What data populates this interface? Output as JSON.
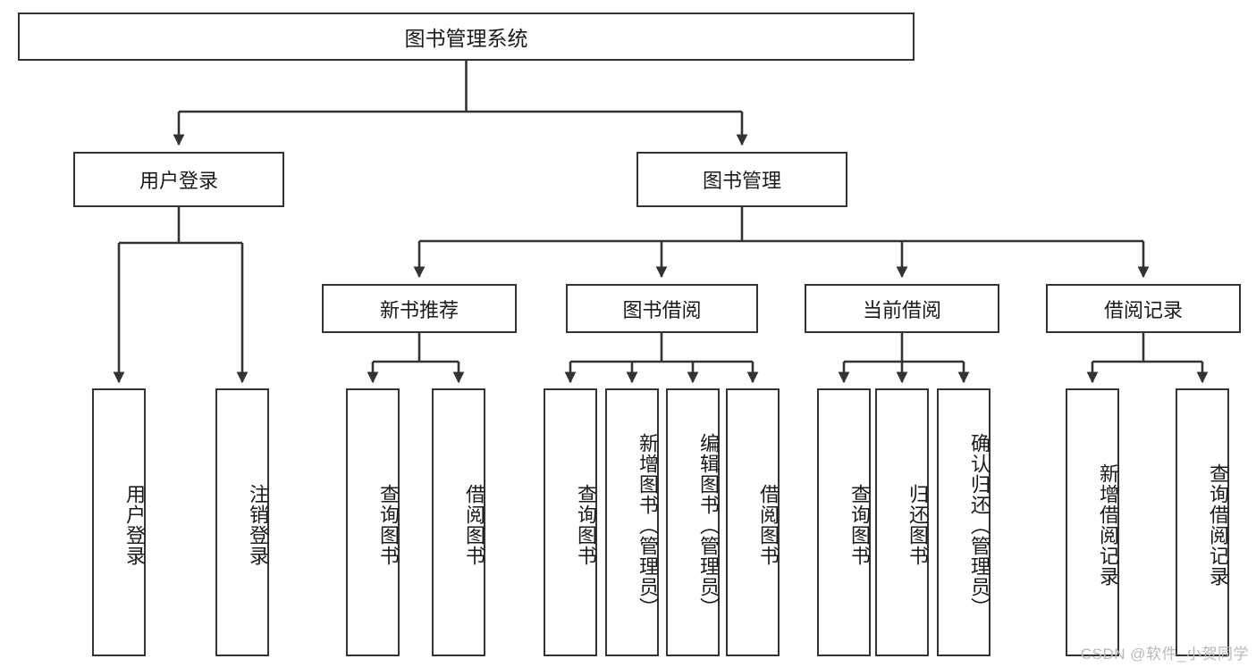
{
  "diagram": {
    "title": "图书管理系统",
    "type": "tree-hierarchy-diagram",
    "root": {
      "label": "图书管理系统"
    },
    "level2": [
      {
        "label": "用户登录"
      },
      {
        "label": "图书管理"
      }
    ],
    "level3": [
      {
        "label": "新书推荐"
      },
      {
        "label": "图书借阅"
      },
      {
        "label": "当前借阅"
      },
      {
        "label": "借阅记录"
      }
    ],
    "leaves": {
      "user_login": [
        {
          "label": "用户登录"
        },
        {
          "label": "注销登录"
        }
      ],
      "new_book_recommend": [
        {
          "label": "查询图书"
        },
        {
          "label": "借阅图书"
        }
      ],
      "book_borrow": [
        {
          "label": "查询图书"
        },
        {
          "label": "新增图书（管理员）"
        },
        {
          "label": "编辑图书（管理员）"
        },
        {
          "label": "借阅图书"
        }
      ],
      "current_borrow": [
        {
          "label": "查询图书"
        },
        {
          "label": "归还图书"
        },
        {
          "label": "确认归还（管理员）"
        }
      ],
      "borrow_record": [
        {
          "label": "新增借阅记录"
        },
        {
          "label": "查询借阅记录"
        }
      ]
    }
  },
  "watermark": {
    "text": "CSDN @软件_小贺同学"
  },
  "colors": {
    "border": "#333333",
    "background": "#ffffff",
    "text": "#1a1a1a",
    "watermark": "#b9b9b9"
  }
}
